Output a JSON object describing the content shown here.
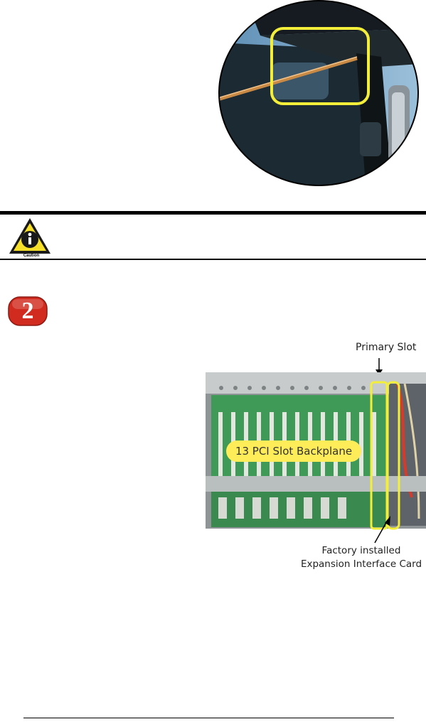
{
  "caution": {
    "icon": "caution-info-icon",
    "label": "Caution"
  },
  "step": {
    "number": "2"
  },
  "backplane_figure": {
    "primary_slot_label": "Primary Slot",
    "backplane_label": "13 PCI Slot Backplane",
    "factory_label_line1": "Factory installed",
    "factory_label_line2": "Expansion Interface Card"
  },
  "colors": {
    "highlight_yellow": "#f2ee3a",
    "badge_red": "#d12a1e",
    "pcb_green": "#3f9a57",
    "chassis_gray": "#9ea3a5",
    "sky_blue": "#7aa7c9"
  }
}
